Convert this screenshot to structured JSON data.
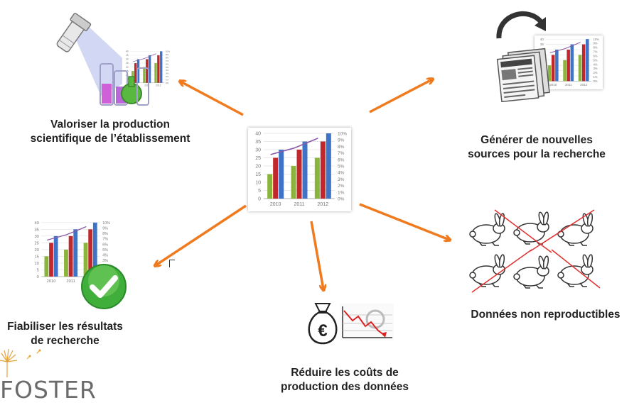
{
  "center_chart": {
    "y_ticks": [
      "40",
      "35",
      "30",
      "25",
      "20",
      "15",
      "10",
      "5",
      "0"
    ],
    "y2_ticks": [
      "10%",
      "9%",
      "8%",
      "7%",
      "6%",
      "5%",
      "4%",
      "3%",
      "2%",
      "1%",
      "0%"
    ],
    "x_ticks": [
      "2010",
      "2011",
      "2012"
    ],
    "groups": [
      {
        "green": 15,
        "red": 25,
        "blue": 30
      },
      {
        "green": 20,
        "red": 30,
        "blue": 35
      },
      {
        "green": 25,
        "red": 35,
        "blue": 40
      }
    ],
    "line": [
      27,
      31,
      37
    ],
    "colors": {
      "green": "#8ab43c",
      "red": "#c0282e",
      "blue": "#3f73c8",
      "line": "#8a5aa8"
    }
  },
  "nodes": {
    "valoriser": {
      "line1": "Valoriser la production",
      "line2": "scientifique de l’établissement"
    },
    "generer": {
      "line1": "Générer de nouvelles",
      "line2": "sources pour la recherche"
    },
    "fiabiliser": {
      "line1": "Fiabiliser les résultats",
      "line2": "de recherche"
    },
    "reduire": {
      "line1": "Réduire les coûts de",
      "line2": "production des données"
    },
    "donnees": {
      "line1": "Données non reproductibles"
    }
  },
  "euro_symbol": "€",
  "logo_text": "FOSTER",
  "arrow_color": "#f07a1e"
}
